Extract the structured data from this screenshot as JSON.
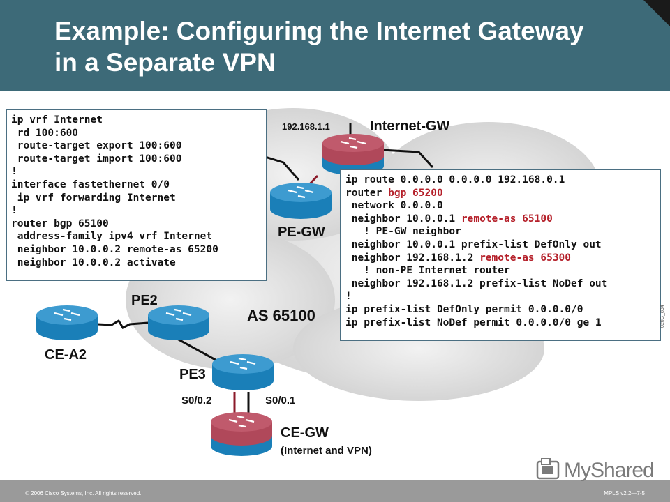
{
  "slide": {
    "title_line1": "Example: Configuring the Internet Gateway",
    "title_line2": "in a Separate VPN"
  },
  "left_config": [
    {
      "text": "ip vrf Internet"
    },
    {
      "text": " rd 100:600"
    },
    {
      "text": " route-target export 100:600"
    },
    {
      "text": " route-target import 100:600"
    },
    {
      "text": "!"
    },
    {
      "text": "interface fastethernet 0/0"
    },
    {
      "text": " ip vrf forwarding Internet"
    },
    {
      "text": "!"
    },
    {
      "text": "router bgp 65100"
    },
    {
      "text": " address-family ipv4 vrf Internet"
    },
    {
      "text": " neighbor 10.0.0.2 remote-as 65200"
    },
    {
      "text": " neighbor 10.0.0.2 activate"
    }
  ],
  "right_config": [
    {
      "a": "ip route 0.0.0.0 0.0.0.0 192.168.0.1",
      "b": ""
    },
    {
      "a": "router ",
      "b": "bgp 65200"
    },
    {
      "a": " network 0.0.0.0",
      "b": ""
    },
    {
      "a": " neighbor 10.0.0.1 ",
      "b": "remote-as 65100"
    },
    {
      "a": "   ! PE-GW neighbor",
      "b": ""
    },
    {
      "a": " neighbor 10.0.0.1 prefix-list DefOnly out",
      "b": ""
    },
    {
      "a": " neighbor 192.168.1.2 ",
      "b": "remote-as 65300"
    },
    {
      "a": "   ! non-PE Internet router",
      "b": ""
    },
    {
      "a": " neighbor 192.168.1.2 prefix-list NoDef out",
      "b": ""
    },
    {
      "a": "!",
      "b": ""
    },
    {
      "a": "ip prefix-list DefOnly permit 0.0.0.0/0",
      "b": ""
    },
    {
      "a": "ip prefix-list NoDef permit 0.0.0.0/0 ge 1",
      "b": ""
    }
  ],
  "labels": {
    "ip_internet_gw": "192.168.1.1",
    "internet_gw": "Internet-GW",
    "pe_gw": "PE-GW",
    "pe2": "PE2",
    "as": "AS 65100",
    "ce_a2": "CE-A2",
    "pe3": "PE3",
    "s002": "S0/0.2",
    "s001": "S0/0.1",
    "ce_gw": "CE-GW",
    "ce_gw_sub": "(Internet and VPN)"
  },
  "side_code": "020G_834",
  "footer": {
    "copyright": "© 2006 Cisco Systems, Inc. All rights reserved.",
    "course": "MPLS v2.2—7-5"
  },
  "logo_text": "MyShared",
  "colors": {
    "header": "#3d6a78",
    "router_blue": "#1a7fb8",
    "router_red": "#b0485a",
    "code_red": "#b5202a",
    "footer": "#9a9a9a"
  },
  "icons": [
    "router-icon",
    "myshared-logo-icon"
  ]
}
